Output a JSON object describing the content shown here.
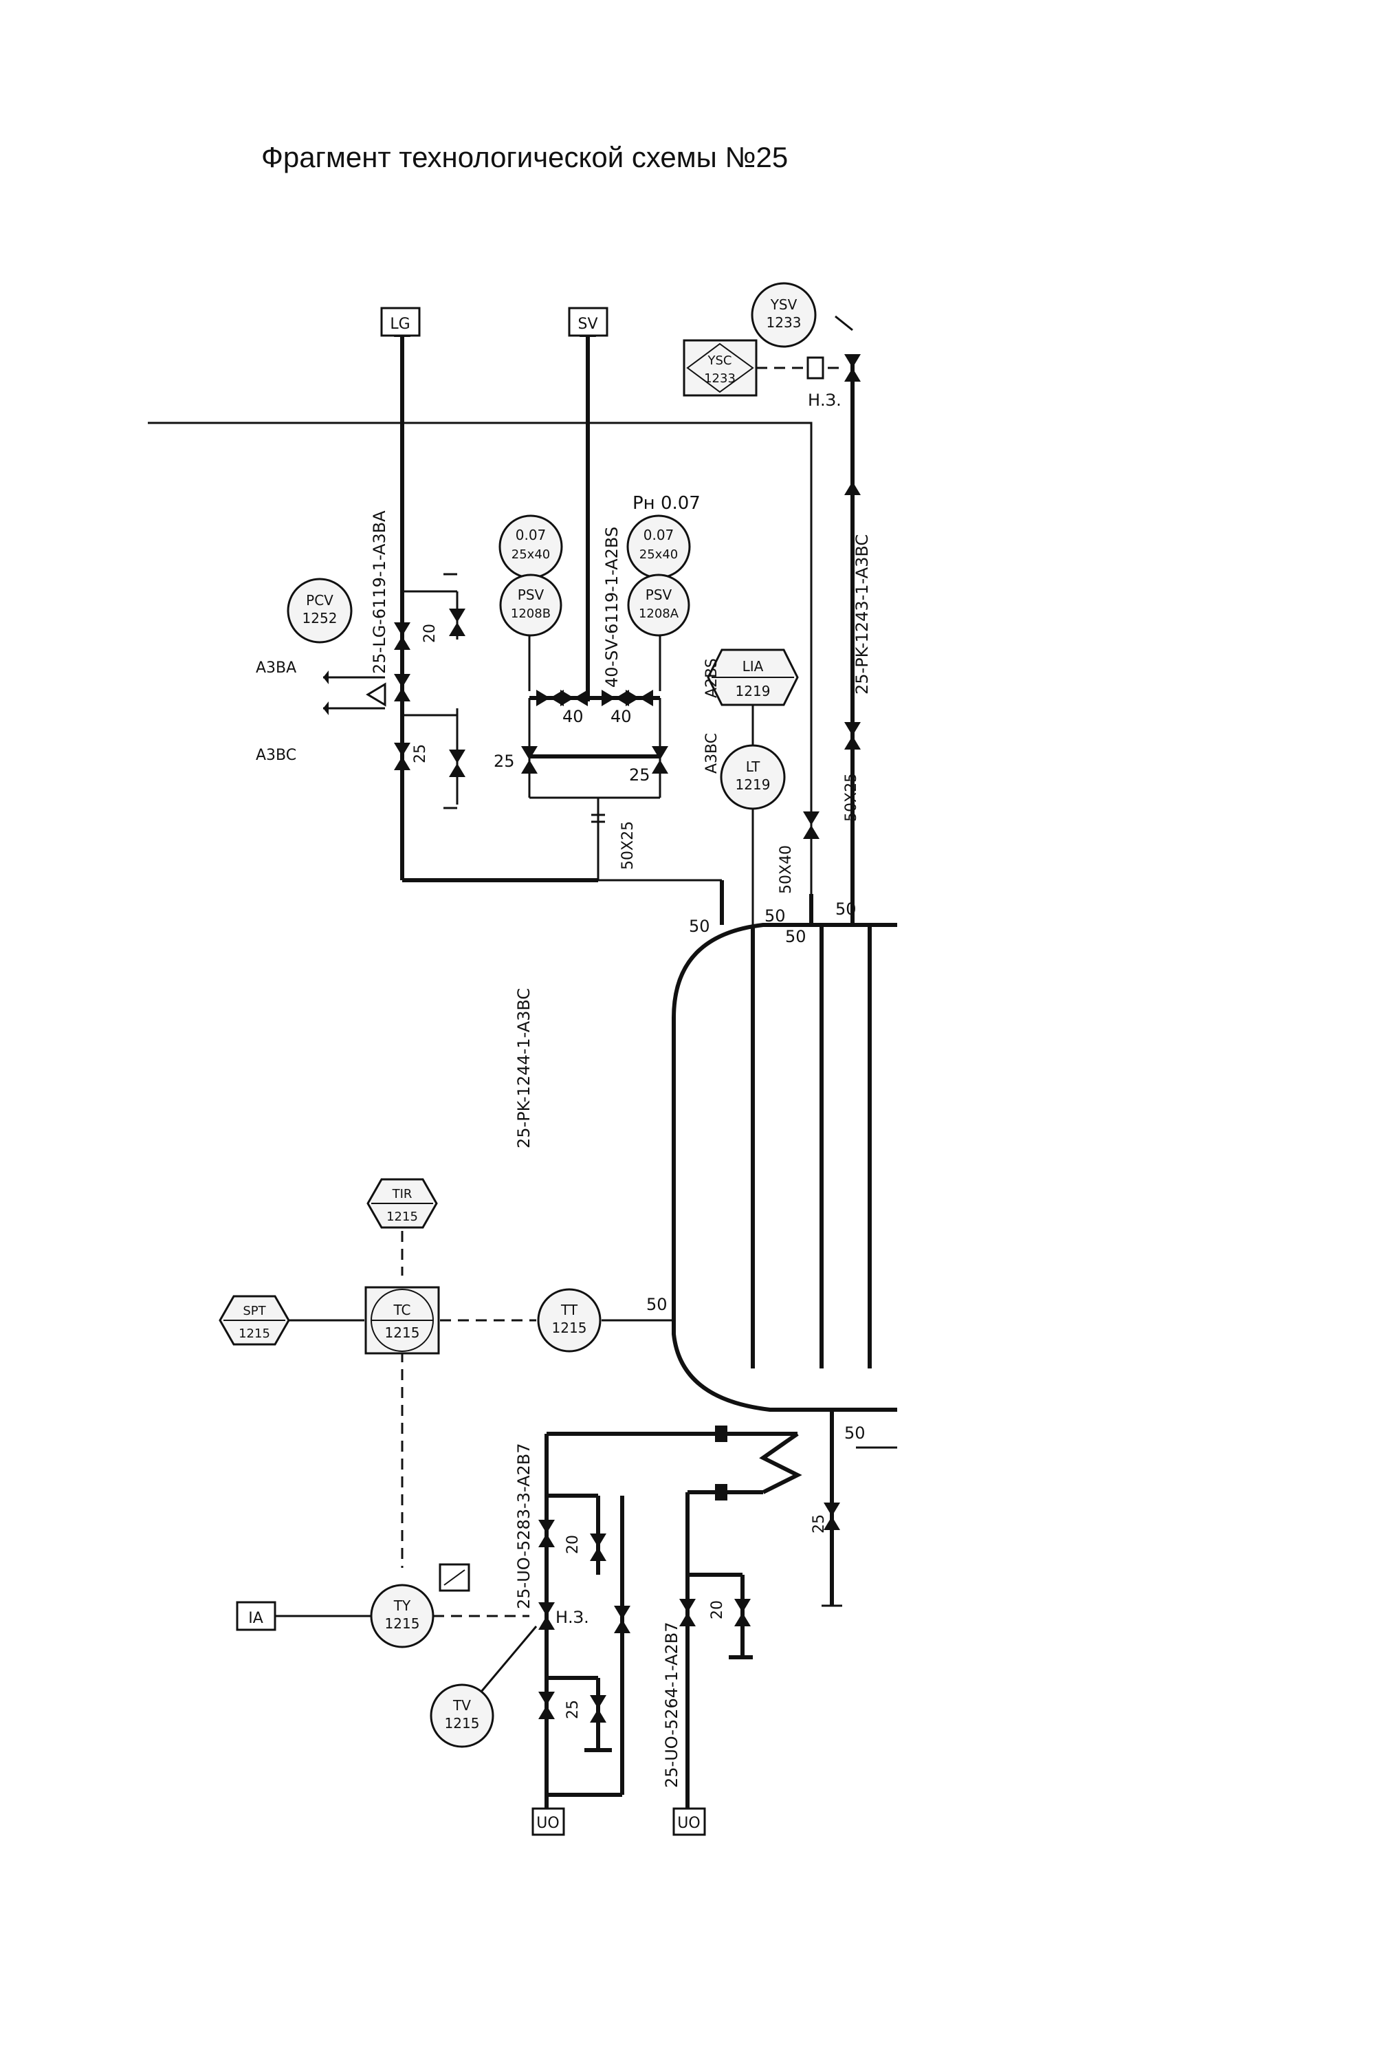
{
  "title": "Фрагмент технологической схемы №25",
  "terminals": {
    "lg": "LG",
    "sv": "SV",
    "ia": "IA",
    "uo1": "UO",
    "uo2": "UO"
  },
  "instruments": [
    {
      "tag": "YSV",
      "num": "1233"
    },
    {
      "tag": "YSC",
      "num": "1233"
    },
    {
      "tag": "PCV",
      "num": "1252"
    },
    {
      "tag": "PSV",
      "num": "1208B"
    },
    {
      "tag": "PSV",
      "num": "1208A"
    },
    {
      "tag": "LIA",
      "num": "1219"
    },
    {
      "tag": "LT",
      "num": "1219"
    },
    {
      "tag": "TIR",
      "num": "1215"
    },
    {
      "tag": "SPT",
      "num": "1215"
    },
    {
      "tag": "TC",
      "num": "1215"
    },
    {
      "tag": "TT",
      "num": "1215"
    },
    {
      "tag": "TY",
      "num": "1215"
    },
    {
      "tag": "TV",
      "num": "1215"
    }
  ],
  "psv_settings": {
    "pressure": "0.07",
    "size": "25x40"
  },
  "line_labels": {
    "lg_line": "25-LG-6119-1-A3BA",
    "sv_line": "40-SV-6119-1-A2BS",
    "pk1243": "25-PK-1243-1-A3BC",
    "pk1244": "25-PK-1244-1-A3BC",
    "uo5283": "25-UO-5283-3-A2B7",
    "uo5264": "25-UO-5264-1-A2B7"
  },
  "annotations": {
    "ph": "Pн 0.07",
    "nz1": "Н.З.",
    "nz2": "Н.З.",
    "a3ba": "A3BA",
    "a3bc_left": "A3BC",
    "a2bs": "A2BS",
    "a3bc_right": "A3BC"
  },
  "sizes": {
    "s20": "20",
    "s25": "25",
    "s40": "40",
    "s50": "50",
    "s50x25": "50X25",
    "s50x40": "50X40"
  }
}
